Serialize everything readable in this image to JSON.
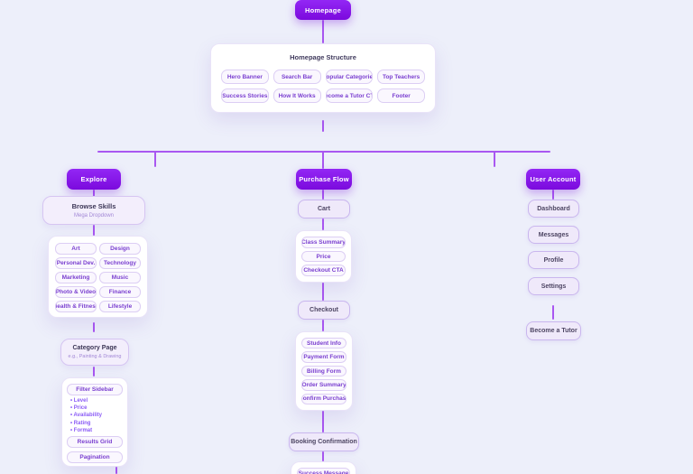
{
  "canvas": {
    "background": "#edeffa",
    "connector_color": "#a957f1",
    "accent": "#8312ea"
  },
  "homepage": {
    "label": "Homepage"
  },
  "homepage_structure": {
    "title": "Homepage Structure",
    "items": [
      "Hero Banner",
      "Search Bar",
      "Popular Categories",
      "Top Teachers",
      "Success Stories",
      "How It Works",
      "Become a Tutor CTA",
      "Footer"
    ]
  },
  "explore": {
    "label": "Explore",
    "browse_skills": {
      "title": "Browse Skills",
      "subtitle": "Mega Dropdown"
    },
    "categories": [
      "Art",
      "Design",
      "Personal Dev.",
      "Technology",
      "Marketing",
      "Music",
      "Photo & Video",
      "Finance",
      "Health & Fitness",
      "Lifestyle"
    ],
    "category_page": {
      "title": "Category Page",
      "subtitle": "e.g., Painting & Drawing"
    },
    "filter_panel": {
      "header": "Filter Sidebar",
      "filters": [
        "Level",
        "Price",
        "Availability",
        "Rating",
        "Format"
      ],
      "results_label": "Results Grid",
      "pagination_label": "Pagination"
    }
  },
  "purchase_flow": {
    "label": "Purchase Flow",
    "cart": {
      "label": "Cart",
      "details": [
        "Class Summary",
        "Price",
        "Checkout CTA"
      ]
    },
    "checkout": {
      "label": "Checkout",
      "details": [
        "Student Info",
        "Payment Form",
        "Billing Form",
        "Order Summary",
        "Confirm Purchase"
      ]
    },
    "booking_confirmation": {
      "label": "Booking Confirmation",
      "details": [
        "Success Message"
      ]
    }
  },
  "user_account": {
    "label": "User Account",
    "items": [
      "Dashboard",
      "Messages",
      "Profile",
      "Settings"
    ],
    "become_a_tutor_label": "Become a Tutor"
  }
}
